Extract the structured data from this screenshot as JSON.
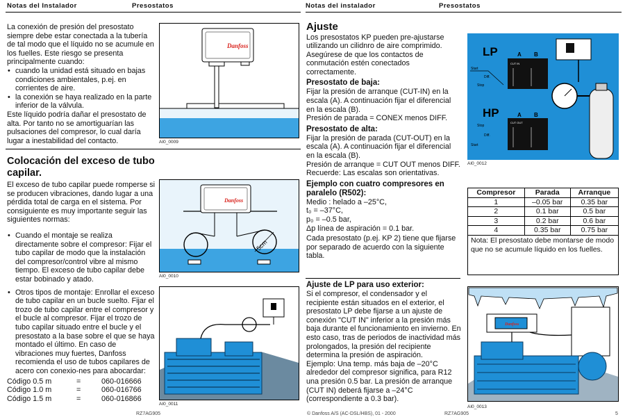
{
  "header": {
    "left_title": "Notas del Instalador",
    "left_subject": "Presostatos",
    "right_title": "Notas del instalador",
    "right_subject": "Presostatos"
  },
  "left": {
    "intro": "La conexión de presión del presostato siempre debe estar conectada a la tubería de tal modo que el líquido no se acumule en los fuelles. Este riesgo se presenta principalmente cuando:",
    "intro_bullets": [
      "cuando la unidad está situado en bajas condiciones ambientales, p.ej. en corrientes de aire.",
      "la conexión se haya realizado en la parte inferior de la válvula."
    ],
    "intro_end": "Este líquido podría dañar el presostato de alta. Por tanto no se amortiguarían las pulsaciones del compresor, lo cual daría lugar a inestabilidad del contacto.",
    "section_title": "Colocación del exceso de tubo capilar.",
    "section_para": "El exceso de tubo capilar puede romperse si se producen vibraciones, dando lugar a una pérdida total de carga en el sistema.  Por consiguiente es muy importante seguir las siguientes normas:",
    "section_bullets": [
      "Cuando el montaje se realiza directamente sobre el compresor: Fijar el tubo capilar de modo que la instalación del compresor/control vibre al mismo tiempo. El exceso de tubo capilar debe estar bobinado y atado.",
      "Otros tipos de montaje: Enrollar el exceso de tubo capilar en un bucle suelto. Fijar el trozo de tubo capilar entre el compresor y el bucle al compresor. Fijar el trozo de tubo capilar situado entre el bucle y el presostato a la base sobre el que se haya montado el último.   En caso de vibraciones muy fuertes, Danfoss recomienda el uso de tubos capilares de acero con  conexio-nes para abocardar:"
    ],
    "codes": [
      {
        "size": "Código 0.5 m",
        "eq": "=",
        "code": "060-016666"
      },
      {
        "size": "Código 1.0 m",
        "eq": "=",
        "code": "060-016766"
      },
      {
        "size": "Código  1.5 m",
        "eq": "=",
        "code": "060-016866"
      }
    ],
    "figures": [
      {
        "caption": "AI0_0009",
        "brand": "Danfoss"
      },
      {
        "caption": "AI0_0010",
        "brand": "Danfoss",
        "loop_label": "5cm"
      },
      {
        "caption": "AI0_0011"
      }
    ]
  },
  "right": {
    "ajuste_title": "Ajuste",
    "ajuste_text": "Los  presostatos KP  pueden pre-ajustarse utilizando un cilidnro de aire comprimido.  Asegúrese de que los contactos de conmutación estén conectados correctamente.",
    "baja_title": "Presostato de baja:",
    "baja_text": "Fijar la presión de arranque (CUT-IN) en la escala  (A). A continuación  fijar  el diferencial en la  escala (B).",
    "baja_text2": "Presión de parada = CONEX menos DIFF.",
    "alta_title": "Presostato de alta:",
    "alta_text": "Fijar la presión de parada (CUT-OUT) en la escala  (A). A continuación fijar el diferencial en la  escala (B).",
    "alta_text2": "Presión de arranque = CUT OUT menos DIFF.",
    "alta_text3": "Recuerde: Las escalas son orientativas.",
    "ejemplo_title": "Ejemplo con cuatro compresores en paralelo (R502):",
    "ejemplo_lines": [
      "Medio : helado a –25°C,",
      "t₀ = –37°C,",
      "p₀ = –0.5 bar,",
      "Δp línea de aspiración = 0.1 bar."
    ],
    "ejemplo_text": "Cada presostato  (p.ej. KP 2) tiene que fijarse por separado de acuerdo con la siguiente tabla.",
    "lp_title": "Ajuste de LP para uso exterior:",
    "lp_text": "Si el compresor, el condensador y el recipiente están situados en el exterior, el presostato LP debe fijarse a un ajuste de conexión \"CUT IN\" inferior a la presión más baja durante el funcionamiento en invierno. En esto caso, tras de periodos de inactividad más prolongados, la presión del recipiente determina la presión de aspiración.",
    "lp_text2": "Ejemplo: Una temp.  más baja de  –20°C alrededor del compresor significa,  para R12 una presión  0.5 bar.  La presión de arranque (CUT IN) deberá fijarse a –24°C (correspondiente a 0.3 bar).",
    "diagram": {
      "caption": "AI0_0012",
      "lp": "LP",
      "hp": "HP",
      "a": "A",
      "b": "B",
      "start": "Start",
      "diff": "Diff.",
      "stop": "Stop",
      "cut_in": "CUT IN",
      "cut_out": "CUT OUT",
      "bg_color": "#1f8fd6"
    },
    "figure4": {
      "caption": "AI0_0013",
      "brand": "Danfoss"
    },
    "table": {
      "headers": [
        "Compresor",
        "Parada",
        "Arranque"
      ],
      "rows": [
        [
          "1",
          "–0.05 bar",
          "0.35 bar"
        ],
        [
          "2",
          "0.1 bar",
          "0.5 bar"
        ],
        [
          "3",
          "0.2 bar",
          "0.6 bar"
        ],
        [
          "4",
          "0.35 bar",
          "0.75 bar"
        ]
      ],
      "note": "Nota: El presostato debe montarse de modo que no se acumule líquido en los fuelles."
    }
  },
  "footer": {
    "left": "RZ7AG905",
    "right_left": "© Danfoss A/S (AC-DSL/HBS), 01 - 2000",
    "right_mid": "RZ7AG905",
    "page": "5"
  }
}
